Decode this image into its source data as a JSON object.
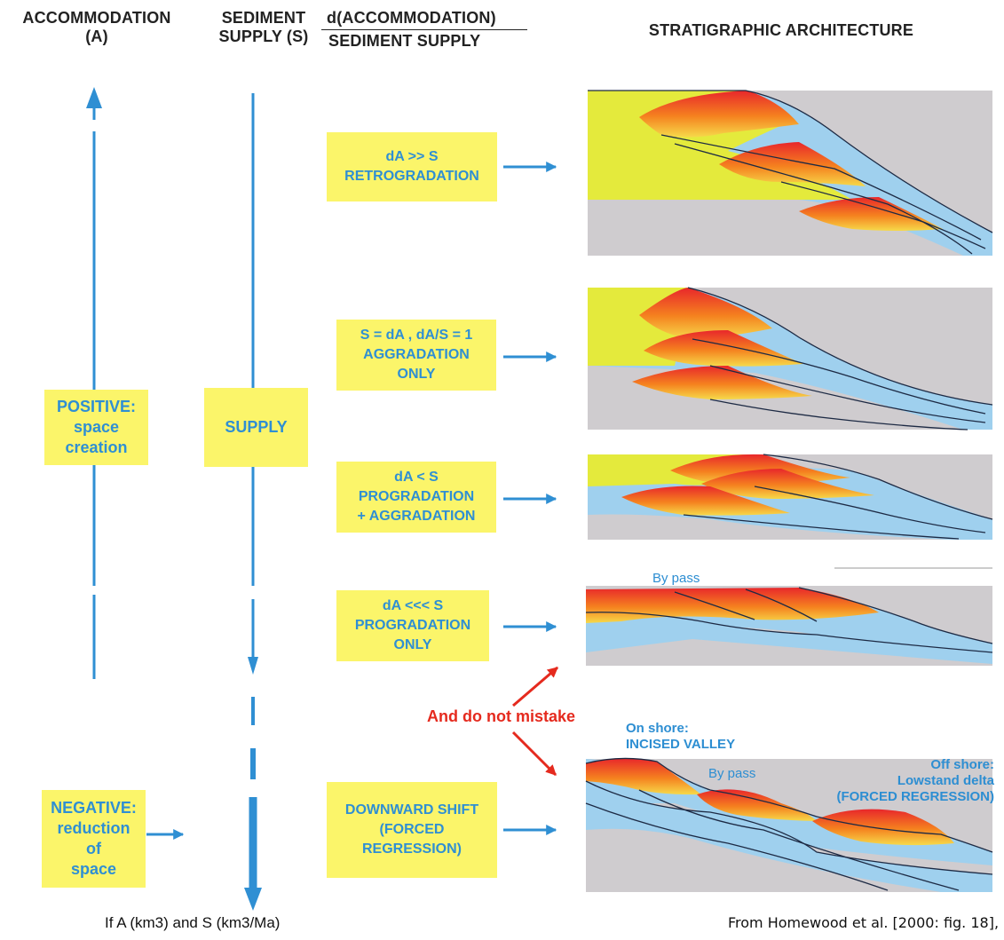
{
  "headers": {
    "accommodation": {
      "line1": "ACCOMMODATION",
      "line2": "(A)"
    },
    "sediment_supply": {
      "line1": "SEDIMENT",
      "line2": "SUPPLY (S)"
    },
    "ratio": {
      "numerator": "d(ACCOMMODATION)",
      "denominator": "SEDIMENT SUPPLY"
    },
    "architecture": "STRATIGRAPHIC ARCHITECTURE"
  },
  "left_boxes": {
    "positive": {
      "line1": "POSITIVE:",
      "line2": "space",
      "line3": "creation"
    },
    "supply": "SUPPLY",
    "negative": {
      "line1": "NEGATIVE:",
      "line2": "reduction",
      "line3": "of",
      "line4": "space"
    }
  },
  "cases": [
    {
      "line1": "dA >> S",
      "line2": "RETROGRADATION"
    },
    {
      "line1": "S = dA , dA/S = 1",
      "line2": "AGGRADATION",
      "line3": "ONLY"
    },
    {
      "line1": "dA < S",
      "line2": "PROGRADATION",
      "line3": "+ AGGRADATION"
    },
    {
      "line1": "dA <<< S",
      "line2": "PROGRADATION",
      "line3": "ONLY"
    },
    {
      "line1": "DOWNWARD SHIFT",
      "line2": "(FORCED",
      "line3": "REGRESSION)"
    }
  ],
  "annotations": {
    "bypass_1": "By pass",
    "bypass_2": "By pass",
    "mistake": "And do not mistake",
    "onshore": {
      "line1": "On shore:",
      "line2": "INCISED VALLEY"
    },
    "offshore": {
      "line1": "Off shore:",
      "line2": "Lowstand delta",
      "line3": "(FORCED REGRESSION)"
    }
  },
  "footer": {
    "left": "If A (km3) and S (km3/Ma)",
    "right": "From Homewood et al. [2000: fig. 18],"
  },
  "colors": {
    "arrow_blue": "#2f8fd3",
    "box_yellow": "#fbf56a",
    "red_arrow": "#e52a1e",
    "shelf_green": "#e4ea3c",
    "basement_grey": "#cfcccf",
    "marine_blue": "#9fd0ee"
  }
}
